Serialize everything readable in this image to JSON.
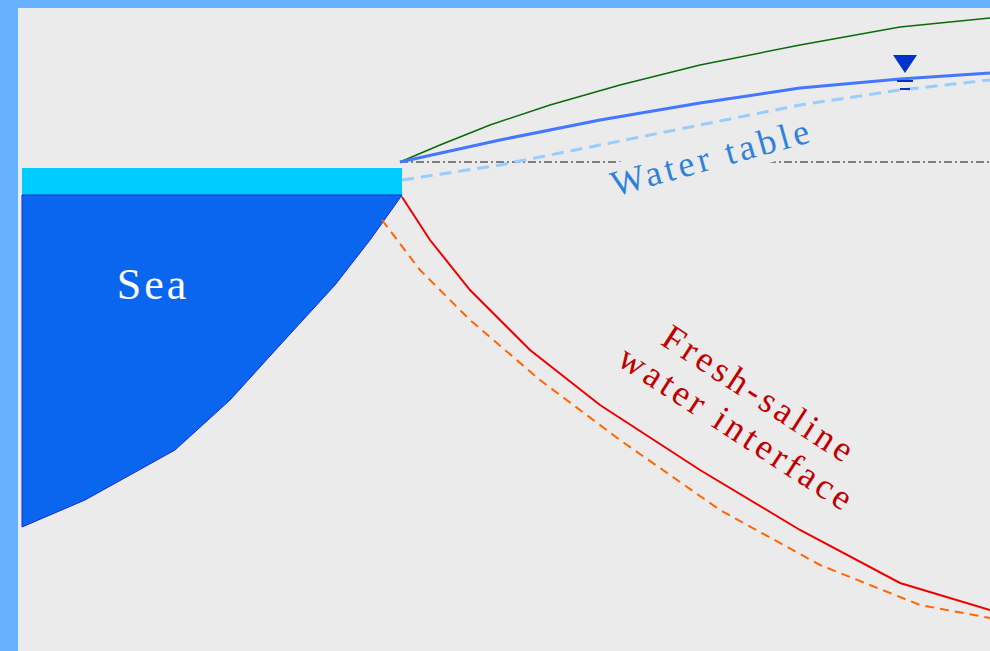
{
  "diagram": {
    "labels": [
      "Sea",
      "Water table",
      "Fresh-saline water interface"
    ]
  }
}
